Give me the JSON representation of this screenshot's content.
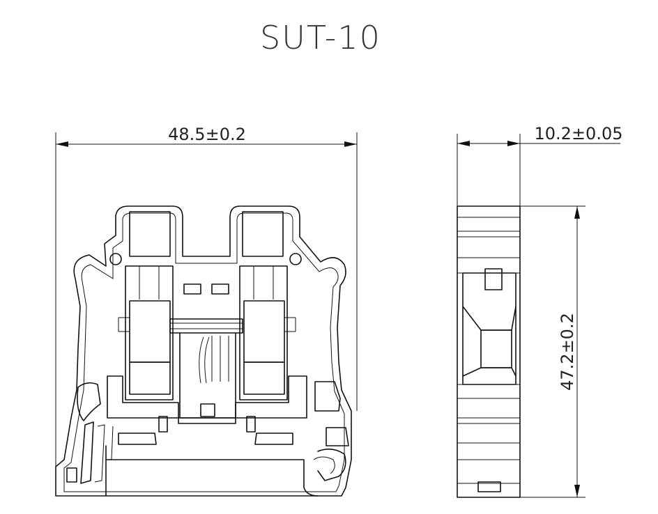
{
  "title": "SUT-10",
  "dimensions": {
    "width": "48.5±0.2",
    "thickness": "10.2±0.05",
    "height": "47.2±0.2"
  },
  "colors": {
    "line": "#111111",
    "background": "#ffffff"
  }
}
